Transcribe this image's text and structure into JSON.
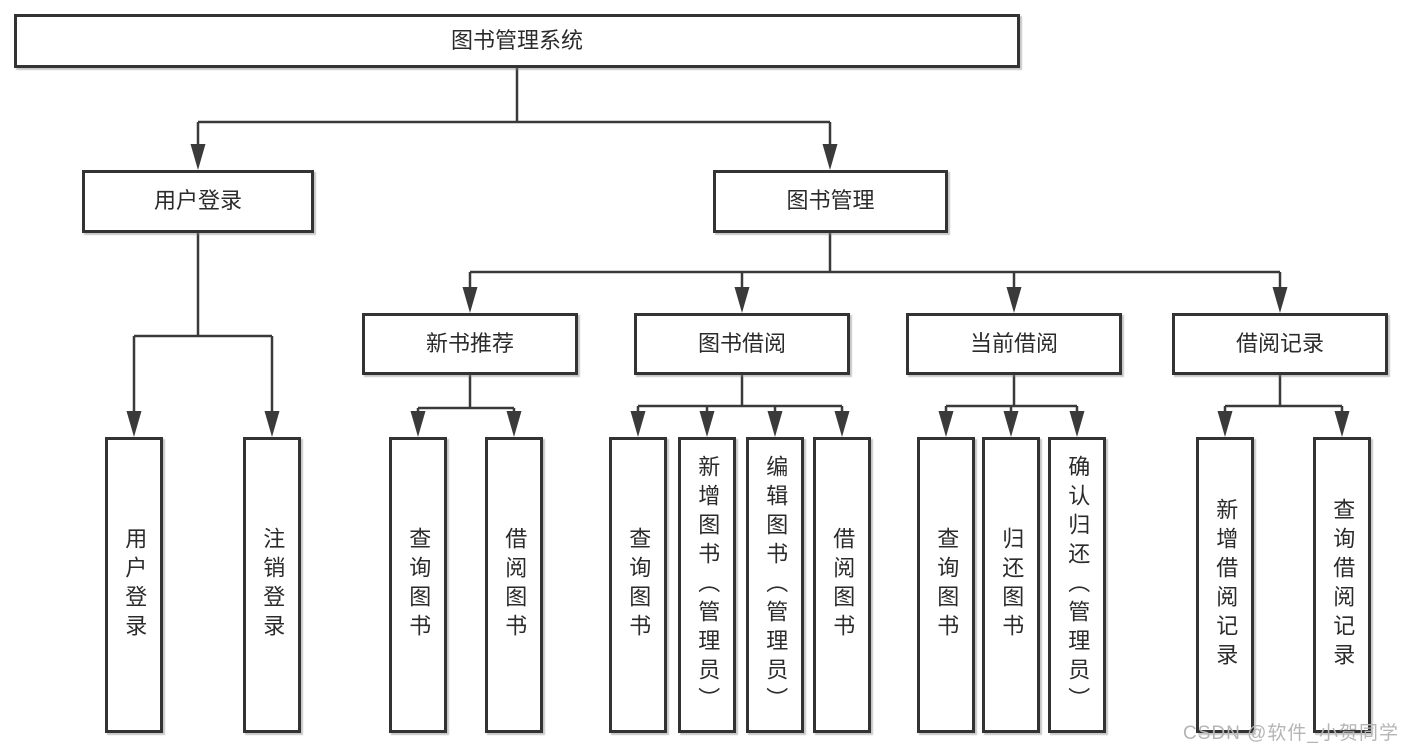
{
  "diagram": {
    "colors": {
      "line": "#3a3a3a",
      "box_border": "#333333",
      "text": "#2b2b2b",
      "watermark": "#b5b5b5",
      "background": "#ffffff"
    },
    "watermark": "CSDN @软件_小贺同学",
    "tree": {
      "root": {
        "label": "图书管理系统",
        "children": [
          {
            "label": "用户登录",
            "children": [
              {
                "label": "用户登录"
              },
              {
                "label": "注销登录"
              }
            ]
          },
          {
            "label": "图书管理",
            "children": [
              {
                "label": "新书推荐",
                "children": [
                  {
                    "label": "查询图书"
                  },
                  {
                    "label": "借阅图书"
                  }
                ]
              },
              {
                "label": "图书借阅",
                "children": [
                  {
                    "label": "查询图书"
                  },
                  {
                    "label": "新增图书（管理员）"
                  },
                  {
                    "label": "编辑图书（管理员）"
                  },
                  {
                    "label": "借阅图书"
                  }
                ]
              },
              {
                "label": "当前借阅",
                "children": [
                  {
                    "label": "查询图书"
                  },
                  {
                    "label": "归还图书"
                  },
                  {
                    "label": "确认归还（管理员）"
                  }
                ]
              },
              {
                "label": "借阅记录",
                "children": [
                  {
                    "label": "新增借阅记录"
                  },
                  {
                    "label": "查询借阅记录"
                  }
                ]
              }
            ]
          }
        ]
      }
    }
  }
}
